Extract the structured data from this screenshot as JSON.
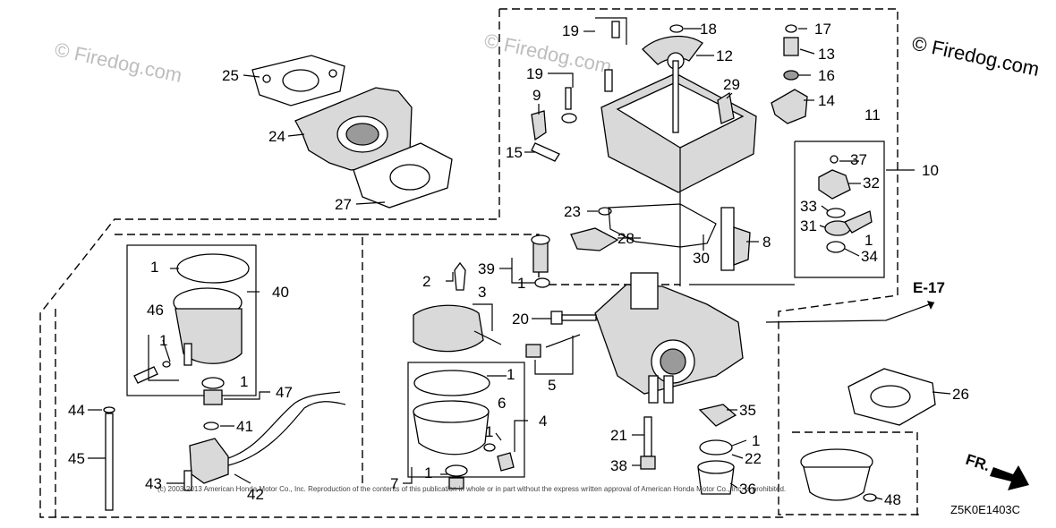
{
  "watermark": {
    "text": "© Firedog.com"
  },
  "copyright_notice": "(c) 2003-2013 American Honda Motor Co., Inc. Reproduction of the contents of this publication in whole or in part without the express written approval of American Honda Motor Co., Inc. is prohibited.",
  "reference_label": "E-17",
  "direction_label": "FR.",
  "diagram_code": "Z5K0E1403C",
  "callouts": [
    {
      "id": "c1",
      "label": "1"
    },
    {
      "id": "c2",
      "label": "2"
    },
    {
      "id": "c3",
      "label": "3"
    },
    {
      "id": "c4",
      "label": "4"
    },
    {
      "id": "c5",
      "label": "5"
    },
    {
      "id": "c6",
      "label": "6"
    },
    {
      "id": "c7",
      "label": "7"
    },
    {
      "id": "c8",
      "label": "8"
    },
    {
      "id": "c9",
      "label": "9"
    },
    {
      "id": "c10",
      "label": "10"
    },
    {
      "id": "c11",
      "label": "11"
    },
    {
      "id": "c12",
      "label": "12"
    },
    {
      "id": "c13",
      "label": "13"
    },
    {
      "id": "c14",
      "label": "14"
    },
    {
      "id": "c15",
      "label": "15"
    },
    {
      "id": "c16",
      "label": "16"
    },
    {
      "id": "c17",
      "label": "17"
    },
    {
      "id": "c18",
      "label": "18"
    },
    {
      "id": "c19",
      "label": "19"
    },
    {
      "id": "c20",
      "label": "20"
    },
    {
      "id": "c21",
      "label": "21"
    },
    {
      "id": "c22",
      "label": "22"
    },
    {
      "id": "c23",
      "label": "23"
    },
    {
      "id": "c24",
      "label": "24"
    },
    {
      "id": "c25",
      "label": "25"
    },
    {
      "id": "c26",
      "label": "26"
    },
    {
      "id": "c27",
      "label": "27"
    },
    {
      "id": "c28",
      "label": "28"
    },
    {
      "id": "c29",
      "label": "29"
    },
    {
      "id": "c30",
      "label": "30"
    },
    {
      "id": "c31",
      "label": "31"
    },
    {
      "id": "c32",
      "label": "32"
    },
    {
      "id": "c33",
      "label": "33"
    },
    {
      "id": "c34",
      "label": "34"
    },
    {
      "id": "c35",
      "label": "35"
    },
    {
      "id": "c36",
      "label": "36"
    },
    {
      "id": "c37",
      "label": "37"
    },
    {
      "id": "c38",
      "label": "38"
    },
    {
      "id": "c39",
      "label": "39"
    },
    {
      "id": "c40",
      "label": "40"
    },
    {
      "id": "c41",
      "label": "41"
    },
    {
      "id": "c42",
      "label": "42"
    },
    {
      "id": "c43",
      "label": "43"
    },
    {
      "id": "c44",
      "label": "44"
    },
    {
      "id": "c45",
      "label": "45"
    },
    {
      "id": "c46",
      "label": "46"
    },
    {
      "id": "c47",
      "label": "47"
    },
    {
      "id": "c48",
      "label": "48"
    }
  ]
}
